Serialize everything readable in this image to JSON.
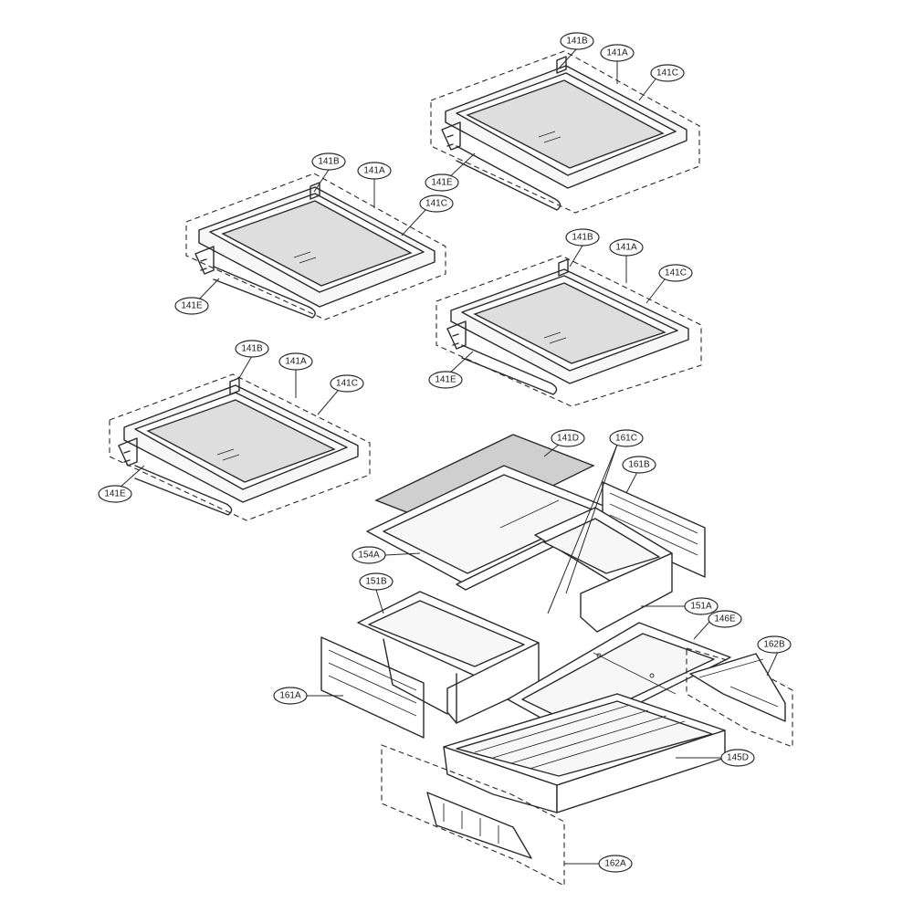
{
  "callouts": {
    "shelf1": {
      "a": "141A",
      "b": "141B",
      "c": "141C",
      "e": "141E"
    },
    "shelf2": {
      "a": "141A",
      "b": "141B",
      "c": "141C",
      "e": "141E"
    },
    "shelf3": {
      "a": "141A",
      "b": "141B",
      "c": "141C",
      "e": "141E"
    },
    "shelf4": {
      "a": "141A",
      "b": "141B",
      "c": "141C",
      "e": "141E"
    },
    "cover": "141D",
    "rail_upper_center": "161C",
    "rail_upper_right": "161B",
    "crisper_frame": "154A",
    "drawer_left": "151B",
    "drawer_right": "151A",
    "divider_tray": "146E",
    "rail_left": "161A",
    "side_right": "162B",
    "pan": "145D",
    "pan_handle": "162A"
  }
}
